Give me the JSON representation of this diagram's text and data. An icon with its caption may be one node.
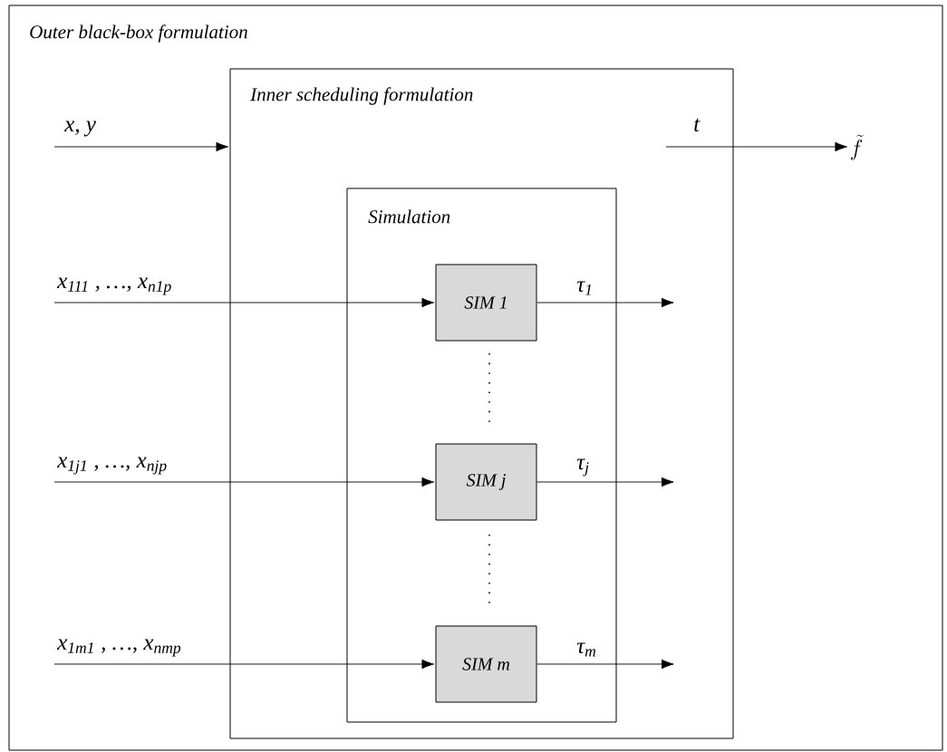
{
  "diagram": {
    "nodes": [
      {
        "text": [
          "Outer black-box formulation"
        ]
      },
      {
        "text": [
          "Inner scheduling formulation"
        ],
        "in": 0
      },
      {
        "text": [
          "Simulation"
        ],
        "in": 1
      },
      {
        "text": [
          "SIM 1"
        ],
        "in": 2
      },
      {
        "text": [
          "SIM j"
        ],
        "in": 2
      },
      {
        "text": [
          "SIM m"
        ],
        "in": 2
      },
      {
        "text": [
          "\\tilde{f}"
        ],
        "in": 0
      }
    ],
    "edges": [
      {
        "from": null,
        "to": 1,
        "arrow": "to",
        "label": "x, y"
      },
      {
        "from": null,
        "to": 3,
        "arrow": "to",
        "label": "x$_{111}$ ,  …, x$_{n1p}$"
      },
      {
        "from": null,
        "to": 4,
        "arrow": "to",
        "label": "x$_{1j1}$ ,  …, x$_{njp}$"
      },
      {
        "from": null,
        "to": 5,
        "arrow": "to",
        "label": "x$_{1m1}$ ,  …, x$_{nmp}$"
      },
      {
        "from": 3,
        "to": null,
        "arrow": "to",
        "label": "τ$_{1}$"
      },
      {
        "from": 4,
        "to": null,
        "arrow": "to",
        "label": "τ$_{j}$"
      },
      {
        "from": 5,
        "to": null,
        "arrow": "to",
        "label": "τ$_{m}$"
      },
      {
        "from": null,
        "to": 6,
        "arrow": "to",
        "label": "t"
      }
    ]
  }
}
